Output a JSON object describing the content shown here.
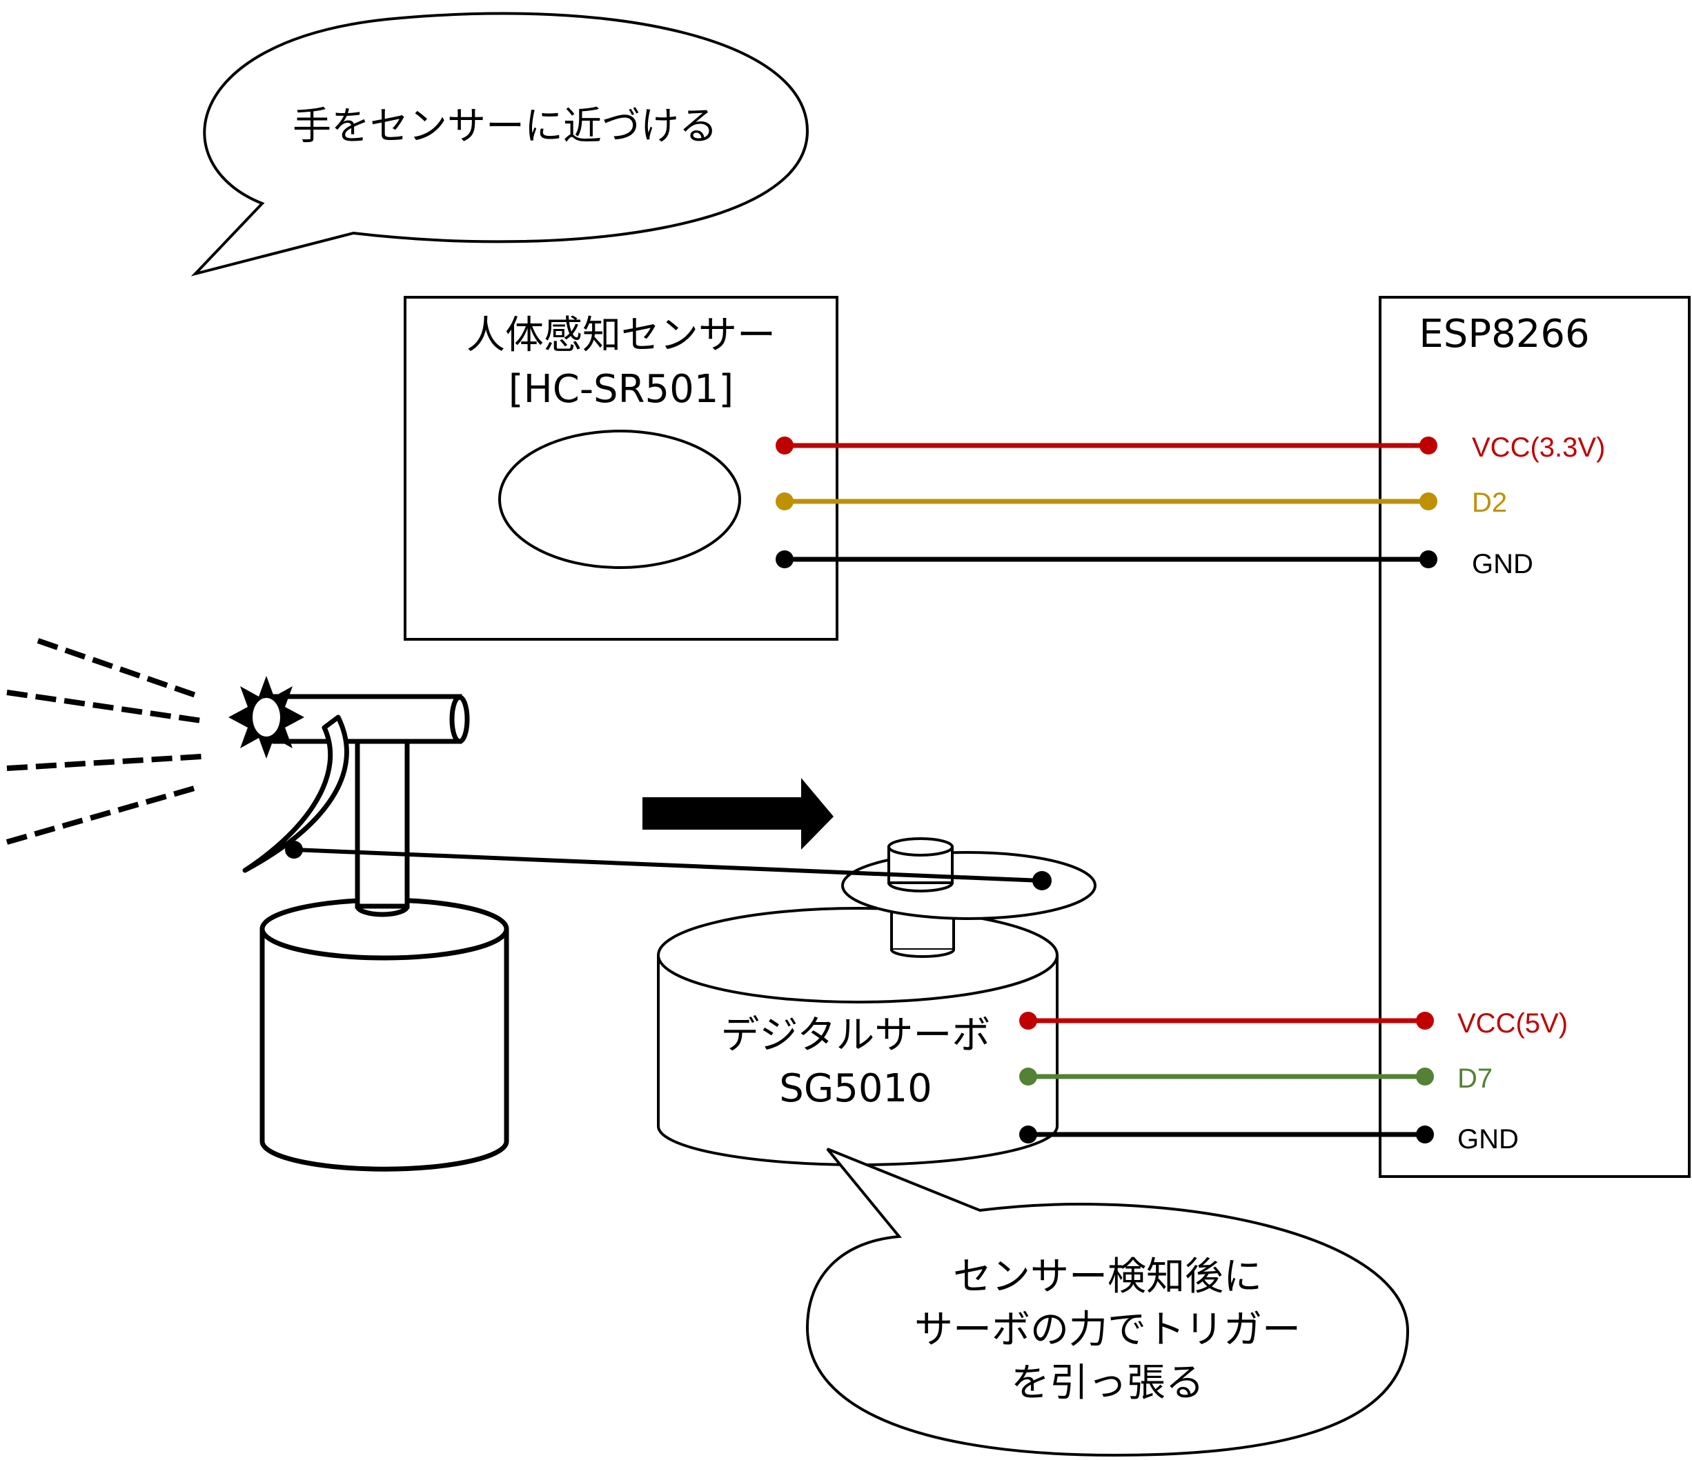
{
  "callouts": {
    "top": "手をセンサーに近づける",
    "bottom": [
      "センサー検知後に",
      "サーボの力でトリガー",
      "を引っ張る"
    ]
  },
  "sensor": {
    "title_line1": "人体感知センサー",
    "title_line2": "[HC-SR501]"
  },
  "mcu": {
    "title": "ESP8266",
    "pins_sensor": [
      {
        "label": "VCC(3.3V)",
        "color": "#c00000"
      },
      {
        "label": "D2",
        "color": "#bf9000"
      },
      {
        "label": "GND",
        "color": "#000000"
      }
    ],
    "pins_servo": [
      {
        "label": "VCC(5V)",
        "color": "#c00000"
      },
      {
        "label": "D7",
        "color": "#538135"
      },
      {
        "label": "GND",
        "color": "#000000"
      }
    ]
  },
  "servo": {
    "title_line1": "デジタルサーボ",
    "title_line2": "SG5010"
  }
}
